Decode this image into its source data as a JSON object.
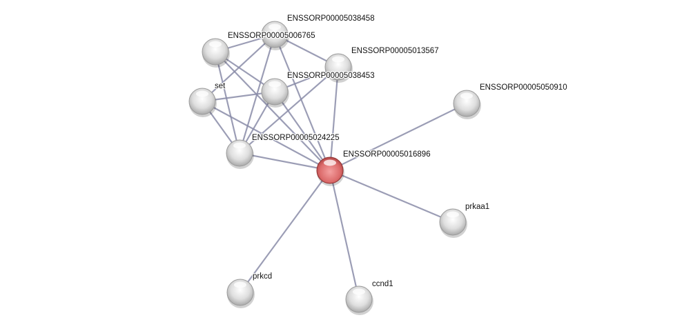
{
  "network": {
    "query_node": "ENSSORP00005016896",
    "nodes": [
      {
        "id": "n006765",
        "label": "ENSSORP00005006765",
        "query": false
      },
      {
        "id": "n038458",
        "label": "ENSSORP00005038458",
        "query": false
      },
      {
        "id": "n013567",
        "label": "ENSSORP00005013567",
        "query": false
      },
      {
        "id": "set",
        "label": "set",
        "query": false
      },
      {
        "id": "n038453",
        "label": "ENSSORP00005038453",
        "query": false
      },
      {
        "id": "n024225",
        "label": "ENSSORP00005024225",
        "query": false
      },
      {
        "id": "n016896",
        "label": "ENSSORP00005016896",
        "query": true
      },
      {
        "id": "n050910",
        "label": "ENSSORP00005050910",
        "query": false
      },
      {
        "id": "prkaa1",
        "label": "prkaa1",
        "query": false
      },
      {
        "id": "prkcd",
        "label": "prkcd",
        "query": false
      },
      {
        "id": "ccnd1",
        "label": "ccnd1",
        "query": false
      }
    ],
    "edges": [
      [
        "n006765",
        "n038458"
      ],
      [
        "n006765",
        "n038453"
      ],
      [
        "n006765",
        "n024225"
      ],
      [
        "n006765",
        "n016896"
      ],
      [
        "n038458",
        "n013567"
      ],
      [
        "n038458",
        "set"
      ],
      [
        "n038458",
        "n024225"
      ],
      [
        "n038458",
        "n016896"
      ],
      [
        "set",
        "n038453"
      ],
      [
        "set",
        "n024225"
      ],
      [
        "set",
        "n016896"
      ],
      [
        "n038453",
        "n024225"
      ],
      [
        "n038453",
        "n016896"
      ],
      [
        "n038453",
        "n013567"
      ],
      [
        "n013567",
        "n024225"
      ],
      [
        "n013567",
        "n016896"
      ],
      [
        "n024225",
        "n016896"
      ],
      [
        "n016896",
        "n050910"
      ],
      [
        "n016896",
        "prkaa1"
      ],
      [
        "n016896",
        "prkcd"
      ],
      [
        "n016896",
        "ccnd1"
      ]
    ],
    "colors": {
      "node": "#d8d8d8",
      "query_node": "#e06a6a",
      "edge": "#8a8ca8"
    }
  }
}
